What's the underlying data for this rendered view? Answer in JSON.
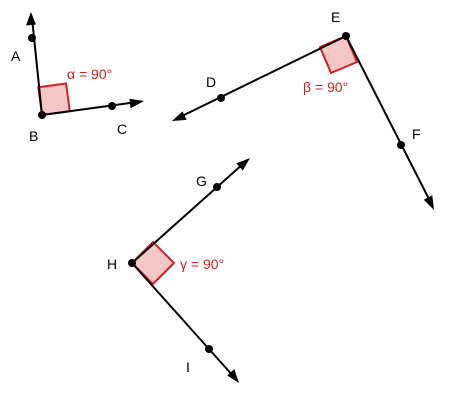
{
  "colors": {
    "line": "#000000",
    "angle_fill": "#f4c6c6",
    "angle_stroke": "#d32020",
    "angle_text": "#d32020",
    "background": "#ffffff"
  },
  "points": {
    "A": "A",
    "B": "B",
    "C": "C",
    "D": "D",
    "E": "E",
    "F": "F",
    "G": "G",
    "H": "H",
    "I": "I"
  },
  "angles": {
    "alpha": "α = 90°",
    "beta": "β = 90°",
    "gamma": "γ = 90°"
  }
}
